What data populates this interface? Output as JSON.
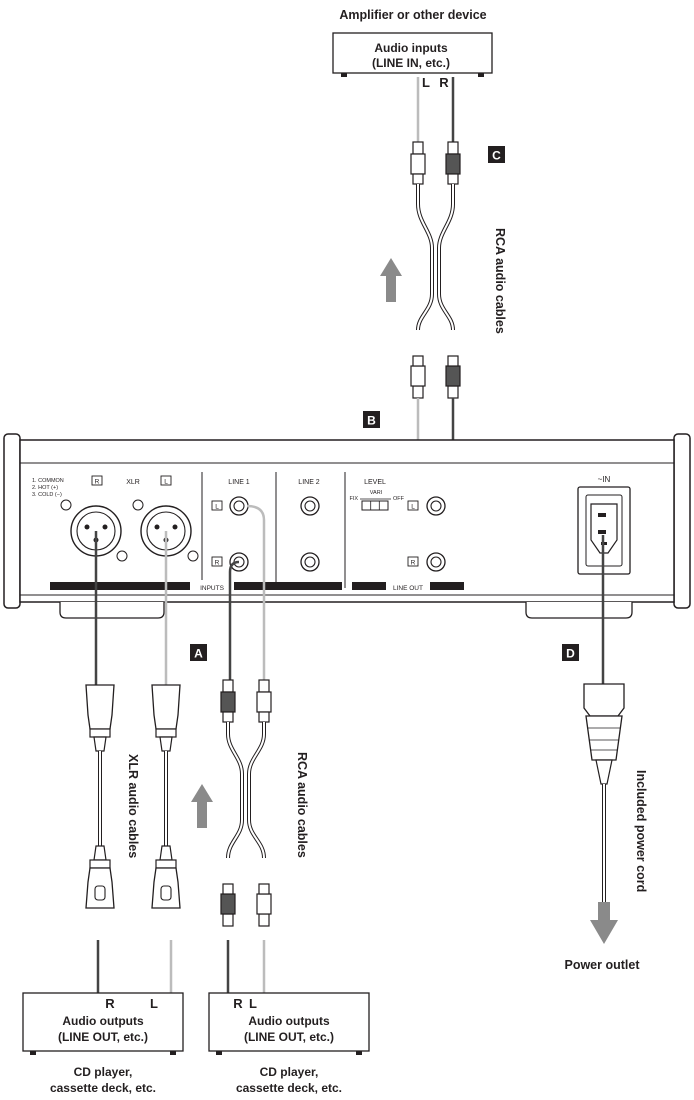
{
  "amplifier": {
    "caption": "Amplifier or other device",
    "box_line1": "Audio inputs",
    "box_line2": "(LINE IN, etc.)",
    "ch_l": "L",
    "ch_r": "R"
  },
  "markers": {
    "a": "A",
    "b": "B",
    "c": "C",
    "d": "D"
  },
  "cables": {
    "rca_top": "RCA audio cables",
    "rca_bottom": "RCA audio cables",
    "xlr": "XLR audio cables",
    "power": "Included power cord"
  },
  "power_outlet": "Power outlet",
  "panel": {
    "pin_legend": [
      "1. COMMON",
      "2. HOT (+)",
      "3. COLD (−)"
    ],
    "xlr_title": "XLR",
    "line1": "LINE 1",
    "line2": "LINE 2",
    "level": "LEVEL",
    "vari": "VARI",
    "fix": "FIX",
    "off": "OFF",
    "inputs_band": "INPUTS",
    "line_out_band": "LINE OUT",
    "ac_in": "~IN",
    "jack_l": "L",
    "jack_r": "R"
  },
  "sources": {
    "left": {
      "ch_r": "R",
      "ch_l": "L",
      "box_line1": "Audio outputs",
      "box_line2": "(LINE OUT, etc.)",
      "caption1": "CD player,",
      "caption2": "cassette deck, etc."
    },
    "right": {
      "ch_r": "R",
      "ch_l": "L",
      "box_line1": "Audio outputs",
      "box_line2": "(LINE OUT, etc.)",
      "caption1": "CD player,",
      "caption2": "cassette deck, etc."
    }
  }
}
